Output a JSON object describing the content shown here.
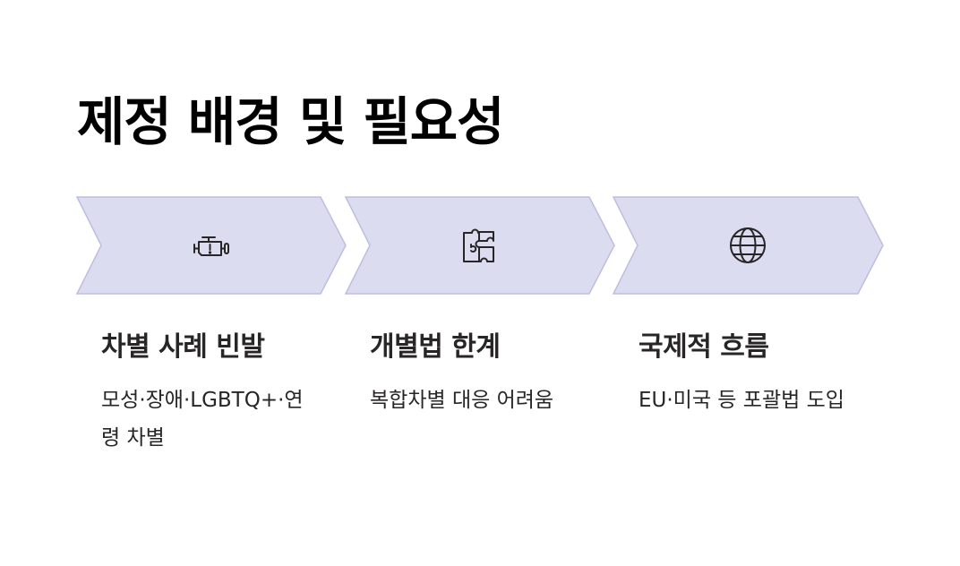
{
  "title": "제정 배경 및 필요성",
  "colors": {
    "chevron_fill": "#dcdcf0",
    "chevron_stroke": "#bdbde0",
    "icon_stroke": "#272525",
    "text": "#272525"
  },
  "steps": [
    {
      "icon": "engine-warning-icon",
      "heading": "차별 사례 빈발",
      "desc": "모성·장애·LGBTQ+·연령 차별"
    },
    {
      "icon": "puzzle-icon",
      "heading": "개별법 한계",
      "desc": "복합차별 대응 어려움"
    },
    {
      "icon": "globe-icon",
      "heading": "국제적 흐름",
      "desc": "EU·미국 등 포괄법 도입"
    }
  ]
}
